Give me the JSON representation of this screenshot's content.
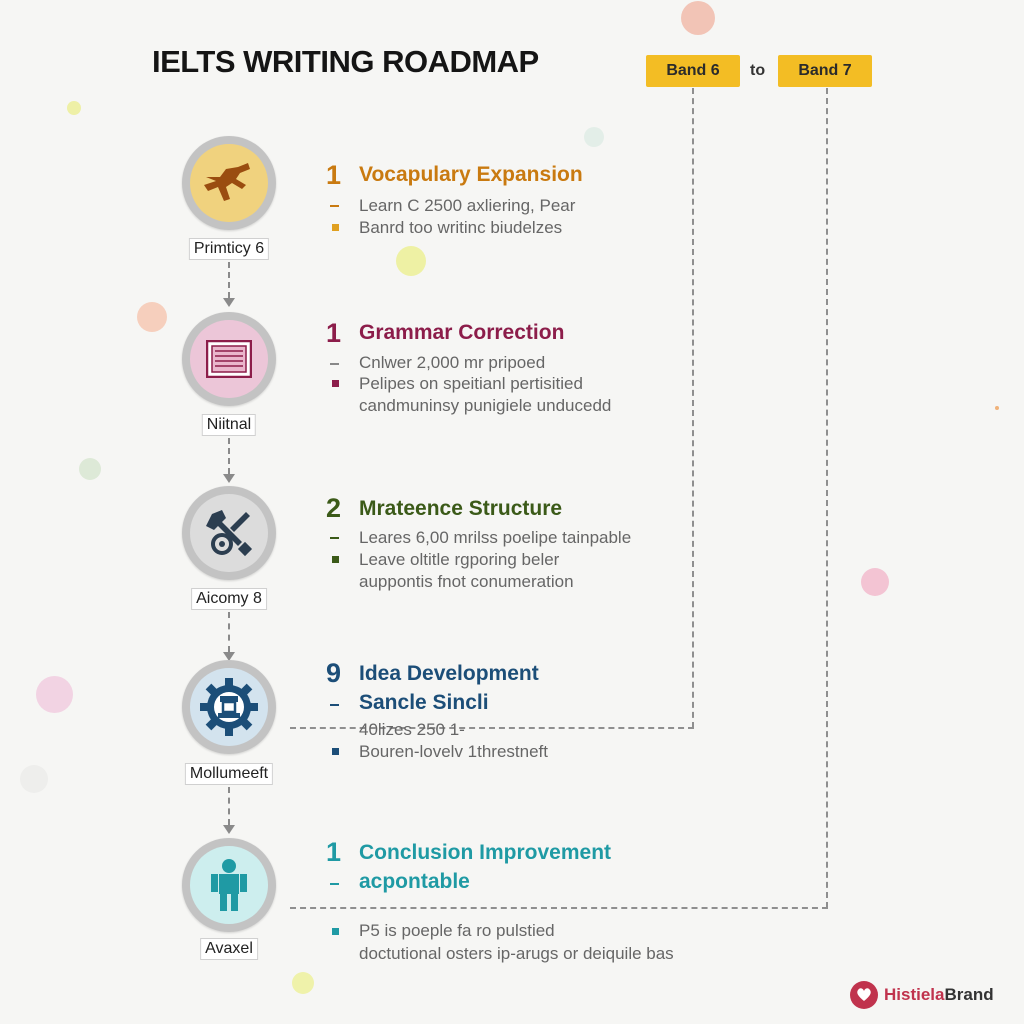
{
  "title": "IELTS WRITING ROADMAP",
  "band_start": "Band 6",
  "band_connector": "to",
  "band_end": "Band 7",
  "stages": [
    {
      "number": "1",
      "color": "#c97a10",
      "node_color": "#f0d27e",
      "icon": "running-figure-icon",
      "node_label": "Primticy 6",
      "title": "Vocapulary Expansion",
      "subtitle": "",
      "lines": [
        "Learn C 2500 axliering, Pear",
        "Banrd too writinc biudelzes"
      ],
      "markers": [
        "dash",
        "bullet"
      ]
    },
    {
      "number": "1",
      "color": "#8c1d4a",
      "node_color": "#ecc6d8",
      "icon": "document-icon",
      "node_label": "Niitnal",
      "title": "Grammar Correction",
      "subtitle": "",
      "lines": [
        "Cnlwer 2,000 mr pripoed",
        "Pelipes on speitianl pertisitied",
        "candmuninsy punigiele unducedd"
      ],
      "markers": [
        "dash",
        "bullet",
        "none"
      ]
    },
    {
      "number": "2",
      "color": "#3b5a18",
      "node_color": "#dcdcdc",
      "icon": "tools-icon",
      "node_label": "Aicomy 8",
      "title": "Mrateence Structure",
      "subtitle": "",
      "lines": [
        "Leares 6,00 mrilss poelipe tainpable",
        "Leave oltitle rgporing beler",
        "auppontis fnot conumeration"
      ],
      "markers": [
        "dash",
        "bullet",
        "none"
      ]
    },
    {
      "number": "9",
      "color": "#1c4e78",
      "node_color": "#d3e3ee",
      "icon": "gear-icon",
      "node_label": "Mollumeeft",
      "title": "Idea Development",
      "subtitle": "Sancle Sincli",
      "lines": [
        "40lizes 250 1-",
        "Bouren-lovelv 1threstneft"
      ],
      "markers": [
        "none",
        "bullet"
      ]
    },
    {
      "number": "1",
      "color": "#1f9aa4",
      "node_color": "#cdeeee",
      "icon": "person-icon",
      "node_label": "Avaxel",
      "title": "Conclusion Improvement",
      "subtitle": "acpontable",
      "lines": [
        "P5 is poeple fa ro pulstied",
        "doctutional osters ip-arugs or deiquile bas"
      ],
      "markers": [
        "bullet",
        "none"
      ]
    }
  ],
  "brand": {
    "name_part": "Histiela",
    "name_bold": "Brand",
    "icon": "brand-logo-icon"
  }
}
